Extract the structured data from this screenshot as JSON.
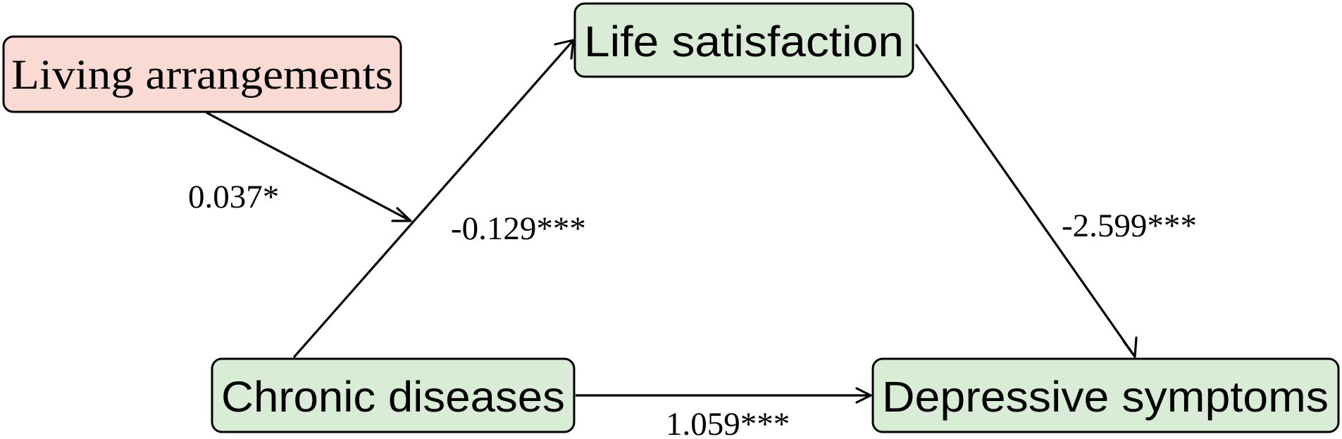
{
  "nodes": {
    "living_arrangements": "Living arrangements",
    "life_satisfaction": "Life satisfaction",
    "chronic_diseases": "Chronic diseases",
    "depressive_symptoms": "Depressive symptoms"
  },
  "paths": {
    "moderation": "0.037*",
    "chronic_to_life": "-0.129***",
    "life_to_depressive": "-2.599***",
    "chronic_to_depressive": "1.059***"
  },
  "colors": {
    "mediator_fill": "#d9ecd5",
    "moderator_fill": "#f9dbd4",
    "stroke": "#000000"
  }
}
